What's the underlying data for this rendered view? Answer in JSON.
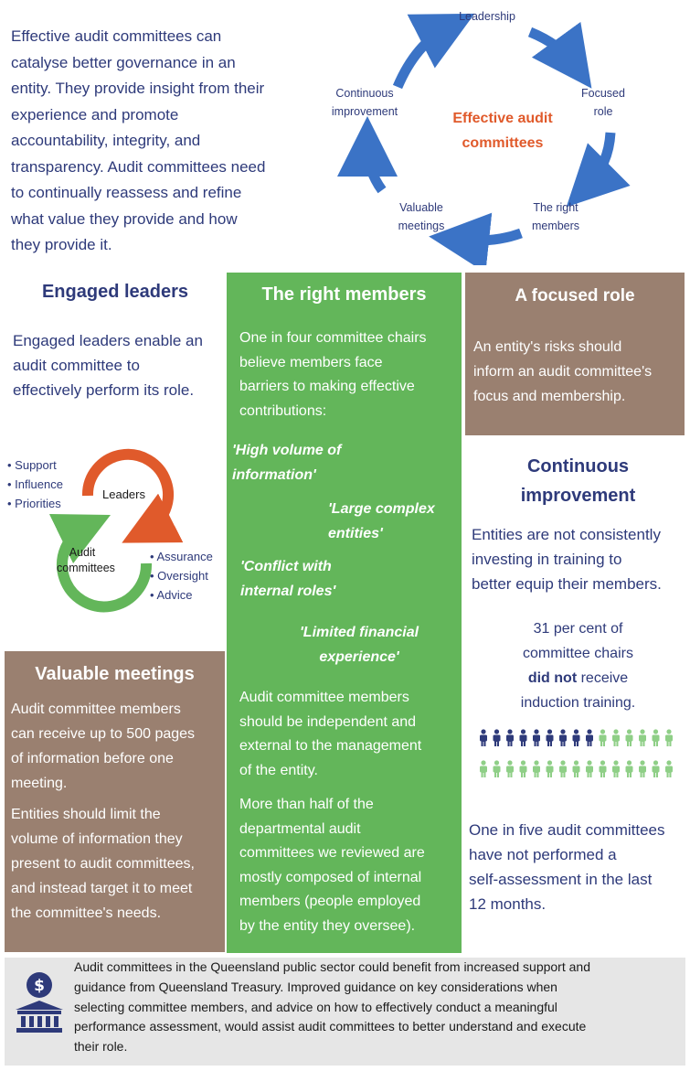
{
  "intro": {
    "lines": [
      "Effective audit committees can",
      "catalyse better governance in an",
      "entity. They provide insight from their",
      "experience and promote",
      "accountability, integrity, and",
      "transparency. Audit committees need",
      "to continually reassess and refine",
      "what value they provide and how",
      "they provide it."
    ]
  },
  "cycle": {
    "center": [
      "Effective audit",
      "committees"
    ],
    "leadership": "Leadership",
    "focused_role": [
      "Focused",
      "role"
    ],
    "right_members": [
      "The right",
      "members"
    ],
    "valuable_meetings": [
      "Valuable",
      "meetings"
    ],
    "continuous_improvement": [
      "Continuous",
      "improvement"
    ]
  },
  "engaged": {
    "title": "Engaged leaders",
    "lines": [
      "Engaged leaders enable an",
      "audit committee to",
      "effectively perform its role."
    ]
  },
  "leaders_diagram": {
    "leaders_label": "Leaders",
    "committees_label": [
      "Audit",
      "committees"
    ],
    "leaders_bullets": [
      "Support",
      "Influence",
      "Priorities"
    ],
    "committees_bullets": [
      "Assurance",
      "Oversight",
      "Advice"
    ]
  },
  "right_members": {
    "title": "The right members",
    "intro": [
      "One in four committee chairs",
      "believe members face",
      "barriers to making effective",
      "contributions:"
    ],
    "quotes": [
      [
        "'High volume of",
        "information'"
      ],
      [
        "'Large complex",
        "entities'"
      ],
      [
        "'Conflict with",
        "internal roles'"
      ],
      [
        "'Limited financial",
        "experience'"
      ]
    ],
    "para1": [
      "Audit committee members",
      "should be independent and",
      "external to the management",
      "of the entity."
    ],
    "para2": [
      "More than half of the",
      "departmental audit",
      "committees we reviewed are",
      "mostly composed of internal",
      "members (people employed",
      "by the entity they oversee)."
    ]
  },
  "focused": {
    "title": "A focused role",
    "lines": [
      "An entity's risks should",
      "inform an audit committee's",
      "focus and membership."
    ]
  },
  "continuous": {
    "title": [
      "Continuous",
      "improvement"
    ],
    "lines": [
      "Entities are not consistently",
      "investing in training to",
      "better equip their members."
    ],
    "stat_line1": "31 per cent of",
    "stat_line2": "committee chairs",
    "stat_bold": "did not",
    "stat_after_bold": " receive",
    "stat_line4": "induction training.",
    "people": {
      "total": 30,
      "highlighted": 9,
      "highlight_color": "#2e3a7a",
      "other_color": "#8fcf87"
    },
    "lines2": [
      "One in five audit committees",
      "have not performed a",
      "self-assessment in the last",
      "12 months."
    ]
  },
  "valuable": {
    "title": "Valuable meetings",
    "para1": [
      "Audit committee members",
      "can receive up to 500 pages",
      "of information before one",
      "meeting."
    ],
    "para2": [
      "Entities should limit the",
      "volume of information they",
      "present to audit committees,",
      "and instead target it to meet",
      "the committee's needs."
    ]
  },
  "footer": {
    "icon": "bank-dollar-icon",
    "lines": [
      "Audit committees in the Queensland public sector could benefit from increased support and",
      "guidance from Queensland Treasury. Improved guidance on key considerations when",
      "selecting committee members, and advice on how to effectively conduct a meaningful",
      "performance assessment, would assist audit committees to better understand and execute",
      "their role."
    ]
  },
  "colors": {
    "navy": "#2e3a7a",
    "green": "#63b65a",
    "brown": "#9a8070",
    "orange": "#e05a2b",
    "blue_arrow": "#3b73c6"
  }
}
